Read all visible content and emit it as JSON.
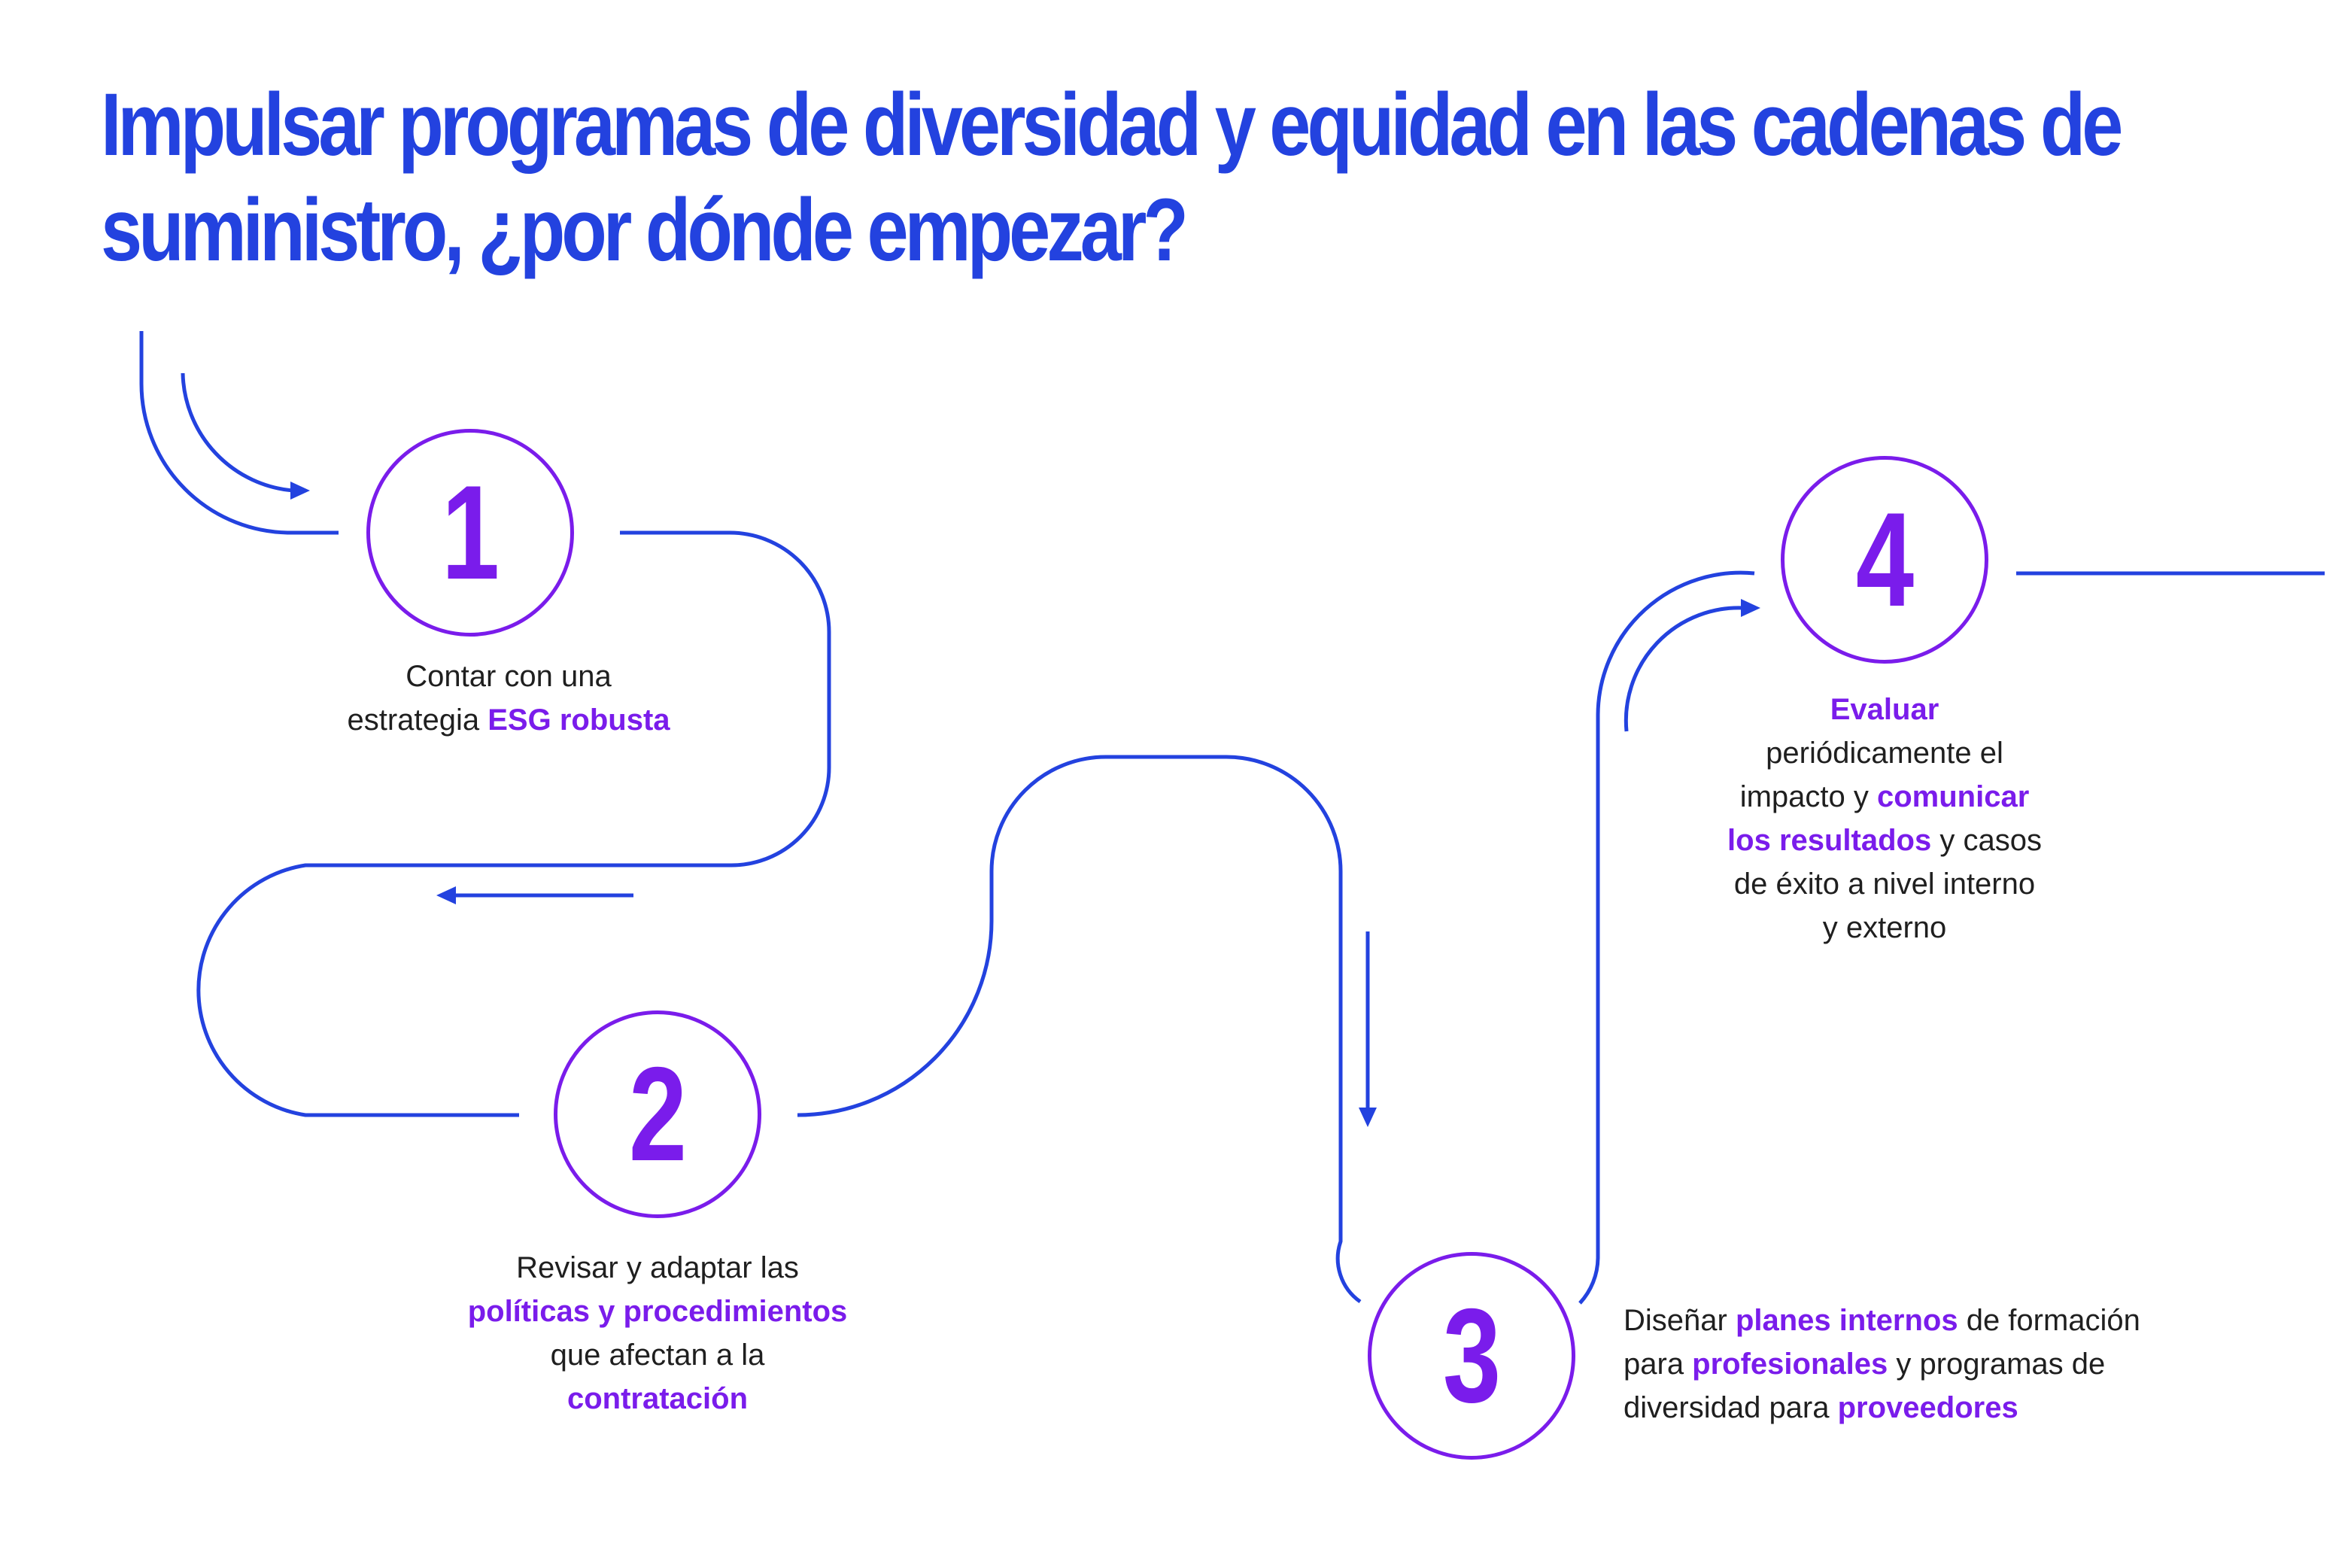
{
  "title": {
    "line1": "Impulsar programas de diversidad y equidad en las cadenas de",
    "line2": "suministro, ¿por dónde empezar?"
  },
  "colors": {
    "title": "#2342DF",
    "path_line": "#2342DF",
    "accent": "#7A1CEB",
    "body_text": "#1f1f1f"
  },
  "steps": [
    {
      "number": "1",
      "lines": [
        [
          {
            "t": "Contar con una",
            "em": false
          }
        ],
        [
          {
            "t": "estrategia ",
            "em": false
          },
          {
            "t": "ESG robusta",
            "em": true
          }
        ]
      ]
    },
    {
      "number": "2",
      "lines": [
        [
          {
            "t": "Revisar y adaptar las",
            "em": false
          }
        ],
        [
          {
            "t": "políticas y procedimientos",
            "em": true
          }
        ],
        [
          {
            "t": "que afectan a la",
            "em": false
          }
        ],
        [
          {
            "t": "contratación",
            "em": true
          }
        ]
      ]
    },
    {
      "number": "3",
      "lines": [
        [
          {
            "t": "Diseñar ",
            "em": false
          },
          {
            "t": "planes internos",
            "em": true
          },
          {
            "t": " de formación",
            "em": false
          }
        ],
        [
          {
            "t": "para ",
            "em": false
          },
          {
            "t": "profesionales",
            "em": true
          },
          {
            "t": " y programas de",
            "em": false
          }
        ],
        [
          {
            "t": "diversidad para ",
            "em": false
          },
          {
            "t": "proveedores",
            "em": true
          }
        ]
      ]
    },
    {
      "number": "4",
      "lines": [
        [
          {
            "t": "Evaluar",
            "em": true
          }
        ],
        [
          {
            "t": "periódicamente el",
            "em": false
          }
        ],
        [
          {
            "t": "impacto y ",
            "em": false
          },
          {
            "t": "comunicar",
            "em": true
          }
        ],
        [
          {
            "t": "los resultados",
            "em": true
          },
          {
            "t": " y casos",
            "em": false
          }
        ],
        [
          {
            "t": "de éxito a nivel interno",
            "em": false
          }
        ],
        [
          {
            "t": "y externo",
            "em": false
          }
        ]
      ]
    }
  ]
}
